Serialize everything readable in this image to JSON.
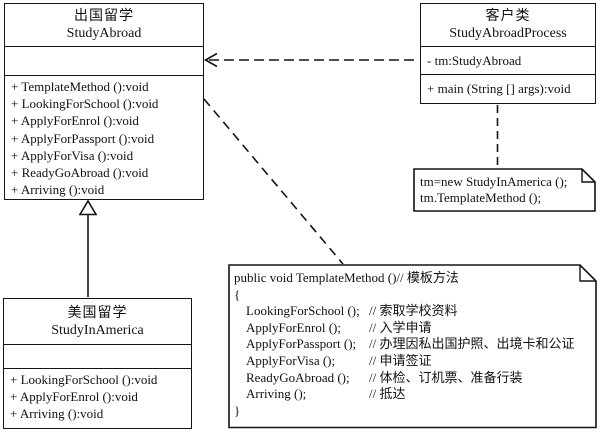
{
  "diagram": {
    "title": "Template Method pattern UML class diagram (study abroad example)",
    "colors": {
      "line": "#141414",
      "background": "#ffffff",
      "text": "#111111"
    },
    "classes": {
      "study_abroad": {
        "name_cn": "出国留学",
        "name_en": "StudyAbroad",
        "attributes": [],
        "methods": [
          "+ TemplateMethod ():void",
          "+ LookingForSchool ():void",
          "+ ApplyForEnrol ():void",
          "+ ApplyForPassport ():void",
          "+ ApplyForVisa ():void",
          "+ ReadyGoAbroad ():void",
          "+ Arriving ():void"
        ]
      },
      "client": {
        "name_cn": "客户类",
        "name_en": "StudyAbroadProcess",
        "attributes": [
          "- tm:StudyAbroad"
        ],
        "methods": [
          "+ main (String [] args):void"
        ]
      },
      "study_in_america": {
        "name_cn": "美国留学",
        "name_en": "StudyInAmerica",
        "attributes": [],
        "methods": [
          "+ LookingForSchool ():void",
          "+ ApplyForEnrol ():void",
          "+ Arriving ():void"
        ]
      }
    },
    "notes": {
      "client_note": {
        "lines": [
          "tm=new StudyInAmerica ();",
          "tm.TemplateMethod ();"
        ]
      },
      "template_note": {
        "lines": [
          "public void TemplateMethod ()// 模板方法",
          "{",
          {
            "code": "LookingForSchool ();",
            "comment": "// 索取学校资料"
          },
          {
            "code": "ApplyForEnrol ();",
            "comment": "// 入学申请"
          },
          {
            "code": "ApplyForPassport ();",
            "comment": "// 办理因私出国护照、出境卡和公证"
          },
          {
            "code": "ApplyForVisa ();",
            "comment": "// 申请签证"
          },
          {
            "code": "ReadyGoAbroad ();",
            "comment": "// 体检、订机票、准备行装"
          },
          {
            "code": "Arriving ();",
            "comment": "// 抵达"
          },
          "}"
        ]
      }
    },
    "relations": [
      {
        "type": "dependency",
        "from": "StudyAbroadProcess",
        "to": "StudyAbroad",
        "style": "dashed-open-arrow"
      },
      {
        "type": "generalization",
        "from": "StudyInAmerica",
        "to": "StudyAbroad",
        "style": "solid-hollow-triangle"
      },
      {
        "type": "note-anchor",
        "from": "client_note",
        "to": "StudyAbroadProcess",
        "style": "dashed"
      },
      {
        "type": "note-anchor",
        "from": "template_note",
        "to": "StudyAbroad",
        "style": "dashed"
      }
    ]
  }
}
